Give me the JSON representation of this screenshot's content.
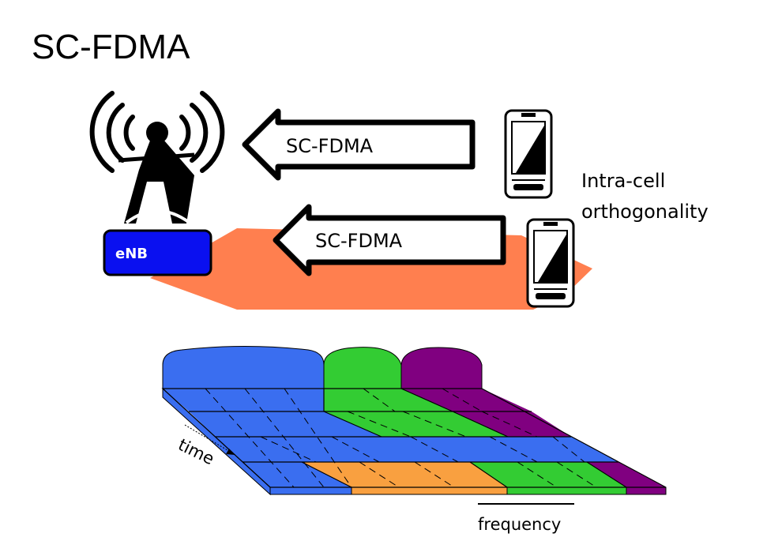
{
  "title": "SC-FDMA",
  "arrows": [
    {
      "label": "SC-FDMA"
    },
    {
      "label": "SC-FDMA"
    }
  ],
  "base_station": {
    "label": "eNB",
    "icon": "antenna-tower-icon"
  },
  "ues": [
    {
      "icon": "mobile-phone-icon"
    },
    {
      "icon": "mobile-phone-icon"
    }
  ],
  "annotation": {
    "line1": "Intra-cell",
    "line2": "orthogonality"
  },
  "grid": {
    "time_label": "time",
    "frequency_label": "frequency",
    "colors": {
      "blue": "#3a6ef0",
      "green": "#33cc33",
      "purple": "#800080",
      "orange": "#f9a040",
      "cell": "#ff7f4f",
      "enb": "#0a10f0"
    }
  }
}
